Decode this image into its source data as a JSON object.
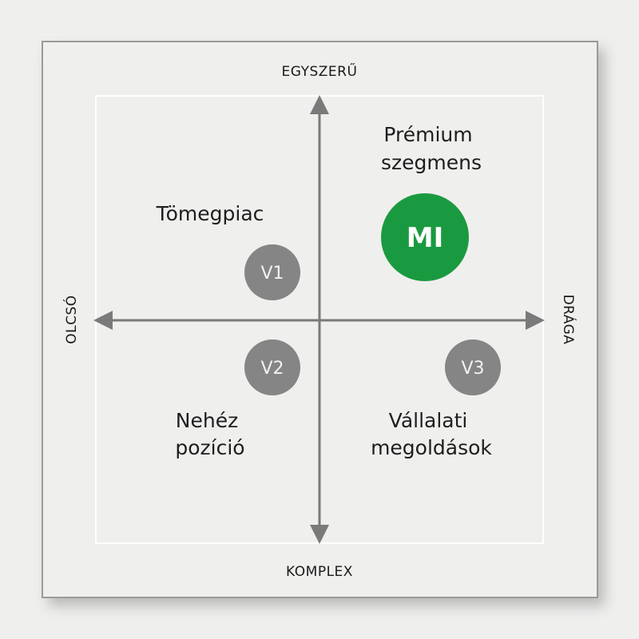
{
  "axes": {
    "top": "EGYSZERŰ",
    "bottom": "KOMPLEX",
    "left": "OLCSÓ",
    "right": "DRÁGA"
  },
  "quadrants": {
    "top_left": [
      "Tömegpiac"
    ],
    "top_right": [
      "Prémium",
      "szegmens"
    ],
    "bottom_left": [
      "Nehéz",
      "pozíció"
    ],
    "bottom_right": [
      "Vállalati",
      "megoldások"
    ]
  },
  "markers": {
    "mi": "MI",
    "v1": "V1",
    "v2": "V2",
    "v3": "V3"
  },
  "colors": {
    "accent": "#1a9a40",
    "competitor": "#858585",
    "axis": "#7a7a7a"
  }
}
